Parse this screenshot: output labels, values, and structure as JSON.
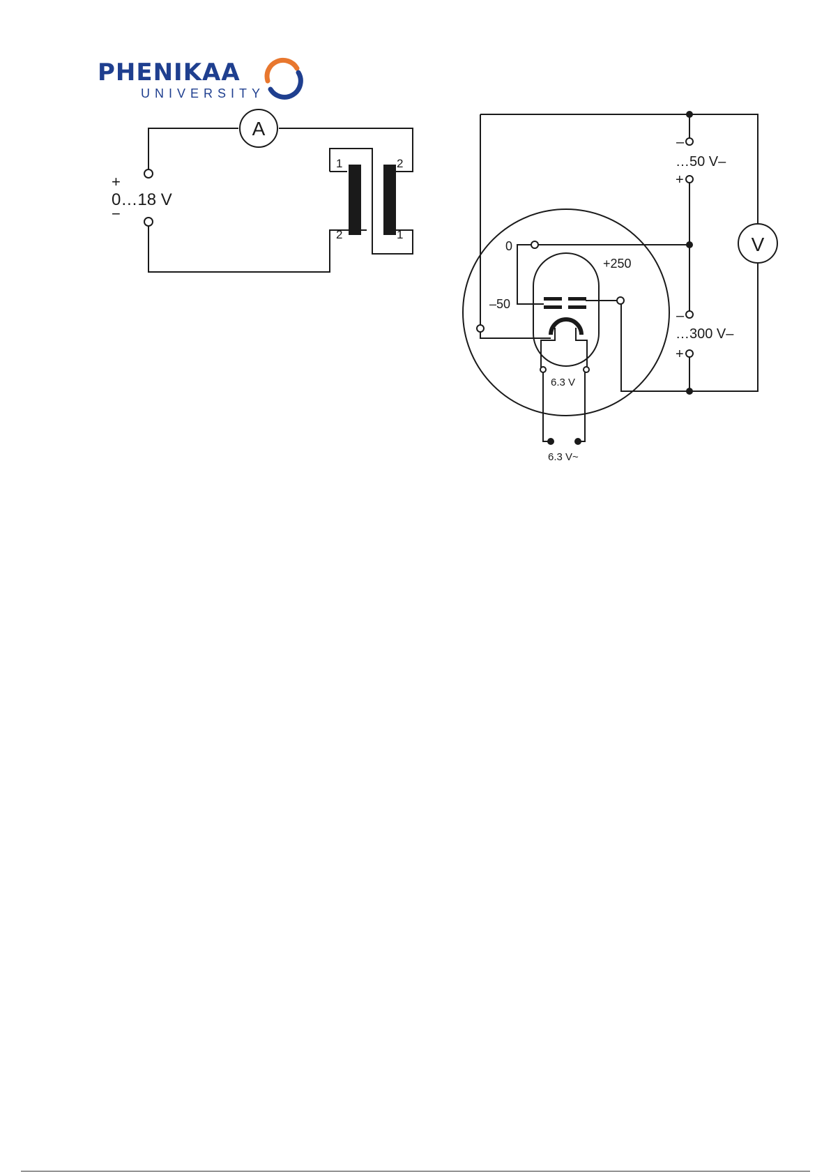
{
  "logo": {
    "brand": "PHENIKAA",
    "sub": "UNIVERSITY",
    "colors": {
      "navy": "#1f3f8f",
      "orange": "#e8772e"
    }
  },
  "left_circuit": {
    "ammeter": "A",
    "plus": "+",
    "minus": "−",
    "supply": "0…18 V",
    "pin1_top": "1",
    "pin2_top": "2",
    "pin2_bottom": "2",
    "pin1_bottom": "1"
  },
  "right_circuit": {
    "voltmeter": "V",
    "supply50": "…50 V–",
    "supply300": "…300 V–",
    "minus_top": "–",
    "plus_top": "+",
    "minus_mid": "–",
    "plus_mid": "+",
    "zero": "0",
    "plus250": "+250",
    "minus50": "–50",
    "heater_inner": "6.3 V",
    "heater_supply": "6.3 V~"
  }
}
